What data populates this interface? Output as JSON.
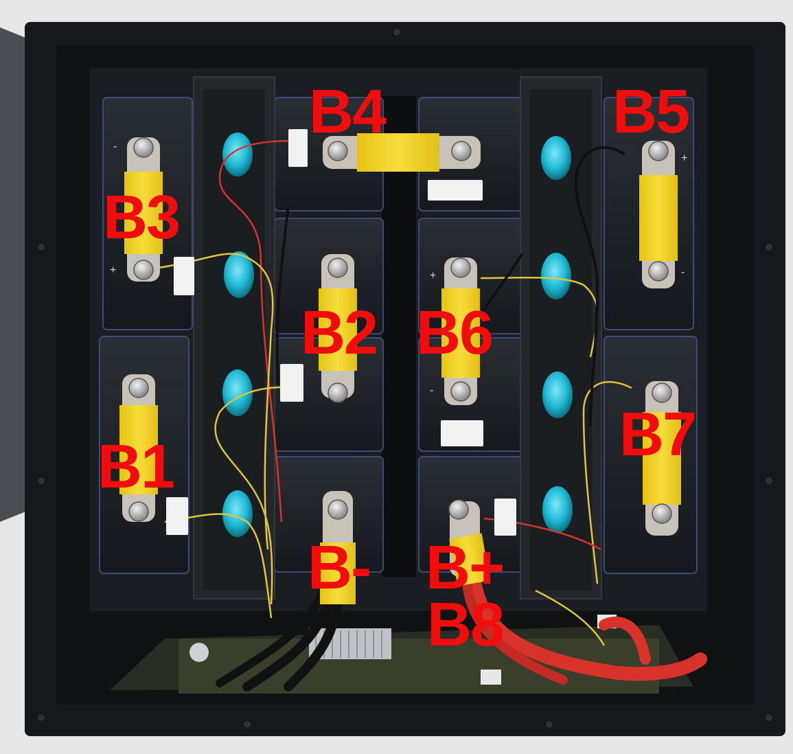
{
  "colors": {
    "label": "#f00d0d",
    "enclosure": "#16181b",
    "cell": "#1e2226",
    "busbar_tape": "#f2d21e",
    "vent": "#1fb8d4",
    "cable_red": "#d8332b",
    "wire_yellow": "#e3c43a"
  },
  "labels": {
    "b1": "B1",
    "b2": "B2",
    "b3": "B3",
    "b4": "B4",
    "b5": "B5",
    "b6": "B6",
    "b7": "B7",
    "b8": "B8",
    "b_minus": "B-",
    "b_plus": "B+"
  },
  "cell_markings": {
    "plus": "+",
    "minus": "-"
  },
  "icons": {
    "terminal": "terminal-bolt-icon",
    "vent": "vent-icon"
  }
}
